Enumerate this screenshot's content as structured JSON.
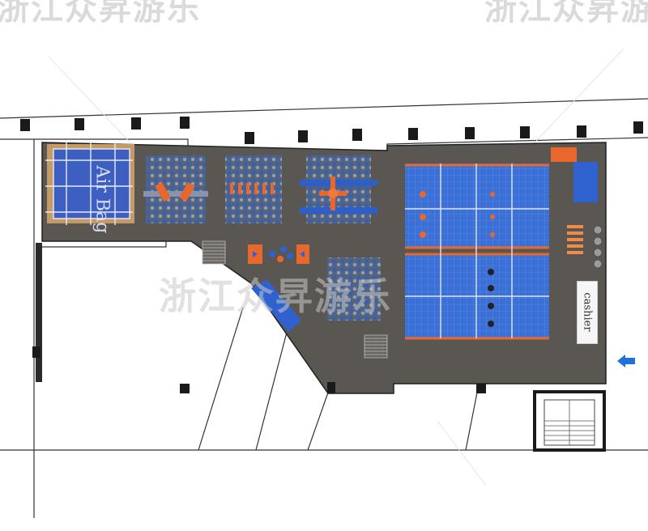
{
  "watermark": {
    "text": "浙江众昇游乐"
  },
  "labels": {
    "airbag": "Air Bag",
    "cashier": "cashier"
  },
  "colors": {
    "floor": "#5a5753",
    "zone_blue": "#3c6fd3",
    "accent_orange": "#e8672c",
    "wall": "#ffffff",
    "outline": "#1e1e1e"
  },
  "icons": {
    "entrance": "entrance-arrow-icon",
    "stairs": "stairs-icon"
  }
}
